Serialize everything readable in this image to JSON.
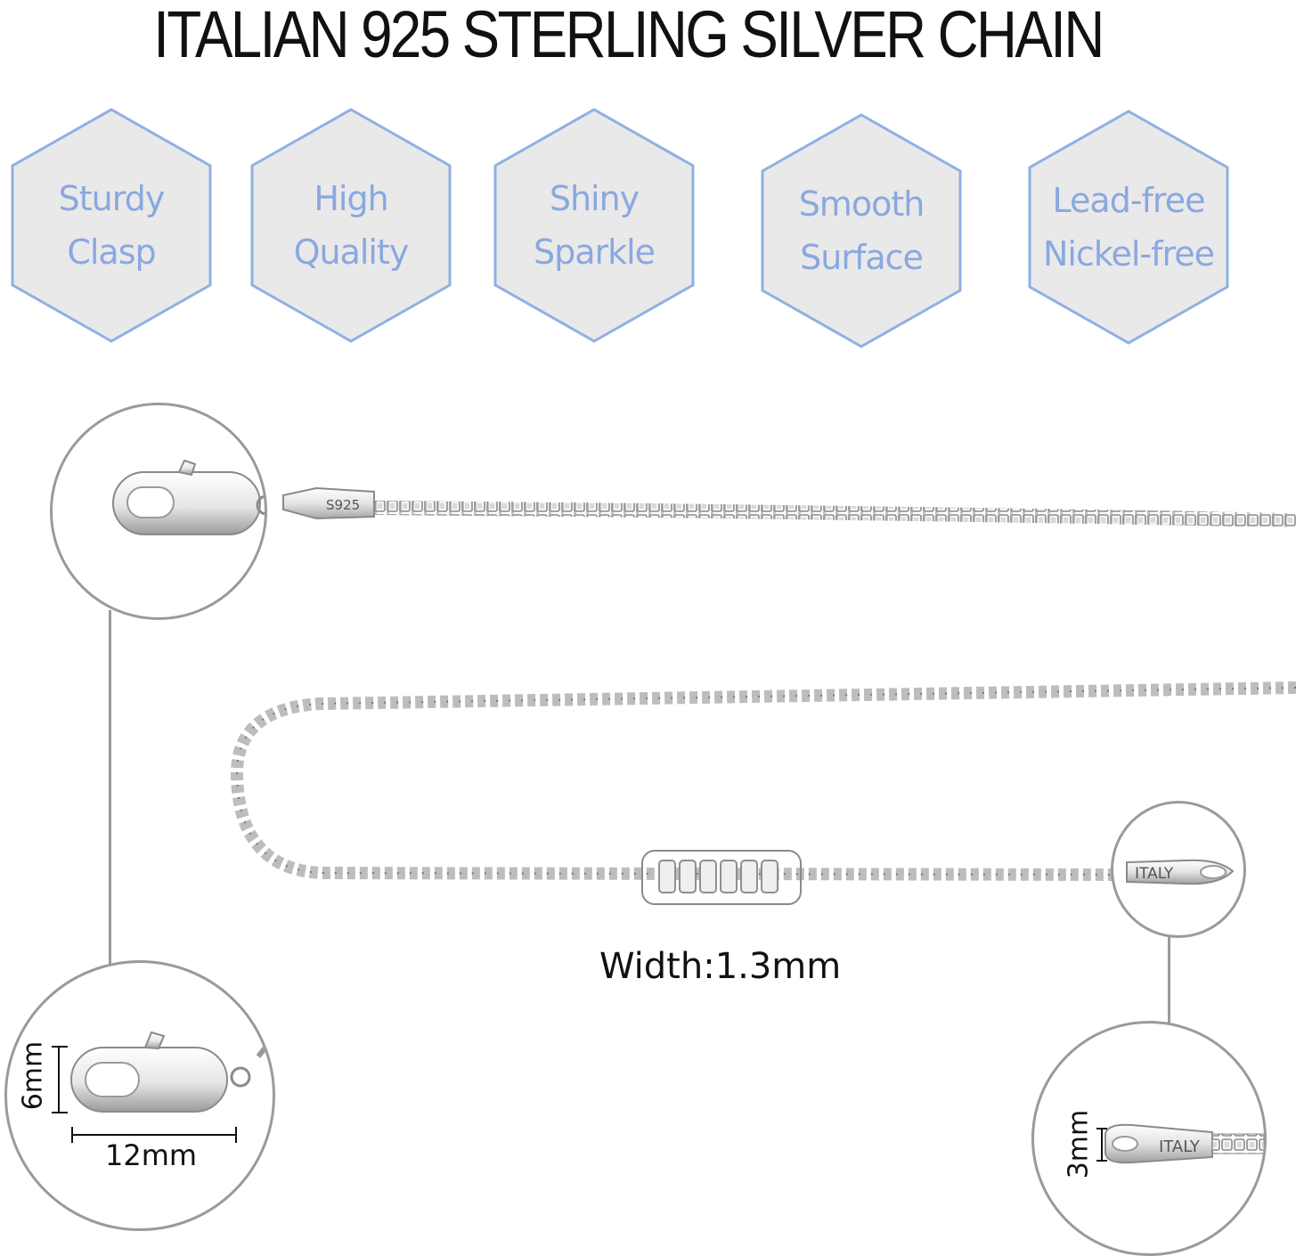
{
  "title": "ITALIAN 925 STERLING SILVER CHAIN",
  "features": [
    {
      "line1": "Sturdy",
      "line2": "Clasp"
    },
    {
      "line1": "High",
      "line2": "Quality"
    },
    {
      "line1": "Shiny",
      "line2": "Sparkle"
    },
    {
      "line1": "Smooth",
      "line2": "Surface"
    },
    {
      "line1": "Lead-free",
      "line2": "Nickel-free"
    }
  ],
  "colors": {
    "hex_fill": "#e9e9e9",
    "hex_border": "#8fb0e3",
    "hex_text": "#8aa8e0",
    "circle_border": "#9a9a9a"
  },
  "clasp_stamp": "S925",
  "end_tag_stamp": "ITALY",
  "width_label": "Width:1.3mm",
  "clasp_height": "6mm",
  "clasp_length": "12mm",
  "tag_height": "3mm"
}
